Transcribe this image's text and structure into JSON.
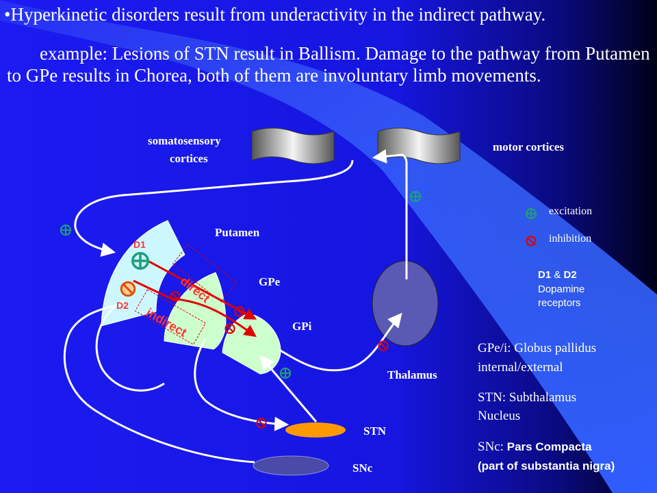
{
  "text": {
    "bullet_marker": "•",
    "bullet": "Hyperkinetic disorders result from underactivity in the indirect pathway.",
    "paragraph": "example: Lesions of STN result in Ballism. Damage to the pathway from  Putamen to GPe results in Chorea, both of them are involuntary limb movements."
  },
  "labels": {
    "somatosensory_line1": "somatosensory",
    "somatosensory_line2": "cortices",
    "motor": "motor cortices",
    "putamen": "Putamen",
    "gpe": "GPe",
    "gpi": "GPi",
    "thalamus": "Thalamus",
    "stn": "STN",
    "snc": "SNc",
    "d1": "D1",
    "d2": "D2",
    "direct": "direct",
    "indirect": "indirect"
  },
  "legend": {
    "excitation": "excitation",
    "inhibition": "inhibition",
    "d1": "D1",
    "amp": "&",
    "d2": "D2",
    "dopamine_line1": "Dopamine",
    "dopamine_line2": "receptors"
  },
  "definitions": {
    "gp_line1": "GPe/i: Globus pallidus",
    "gp_line2": "internal/external",
    "stn_line1": "STN: Subthalamus",
    "stn_line2": "Nucleus",
    "snc_prefix": "SNc: ",
    "snc_line1": "Pars Compacta",
    "snc_line2": "(part of substantia nigra)"
  },
  "colors": {
    "background_blue": "#1a1aee",
    "excitation_green": "#1e9e78",
    "inhibition_red": "#e00000",
    "stn_orange": "#ff9900",
    "thalamus_fill": "#5a5ab4",
    "putamen_fill": "#cdf7ff",
    "gp_fill": "#ccffcc",
    "d1_label": "#ff3333"
  }
}
